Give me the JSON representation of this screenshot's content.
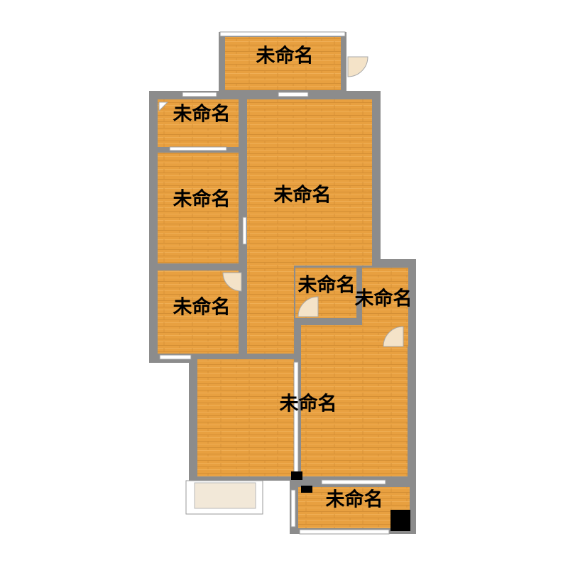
{
  "rooms": [
    {
      "id": "room-top",
      "label": "未命名"
    },
    {
      "id": "room-upper-left",
      "label": "未命名"
    },
    {
      "id": "room-left-middle",
      "label": "未命名"
    },
    {
      "id": "room-central-hall",
      "label": "未命名"
    },
    {
      "id": "room-left-lower",
      "label": "未命名"
    },
    {
      "id": "room-small-center",
      "label": "未命名"
    },
    {
      "id": "room-small-right",
      "label": "未命名"
    },
    {
      "id": "room-large-bottom",
      "label": "未命名"
    },
    {
      "id": "room-bottom-balcony",
      "label": "未命名"
    }
  ],
  "colors": {
    "floor_base": "#e8a040",
    "floor_line": "#cf8a30",
    "wall": "#8c8c8c",
    "door_swing": "#f4e3c8",
    "balcony_tile": "#f2e8d8"
  }
}
